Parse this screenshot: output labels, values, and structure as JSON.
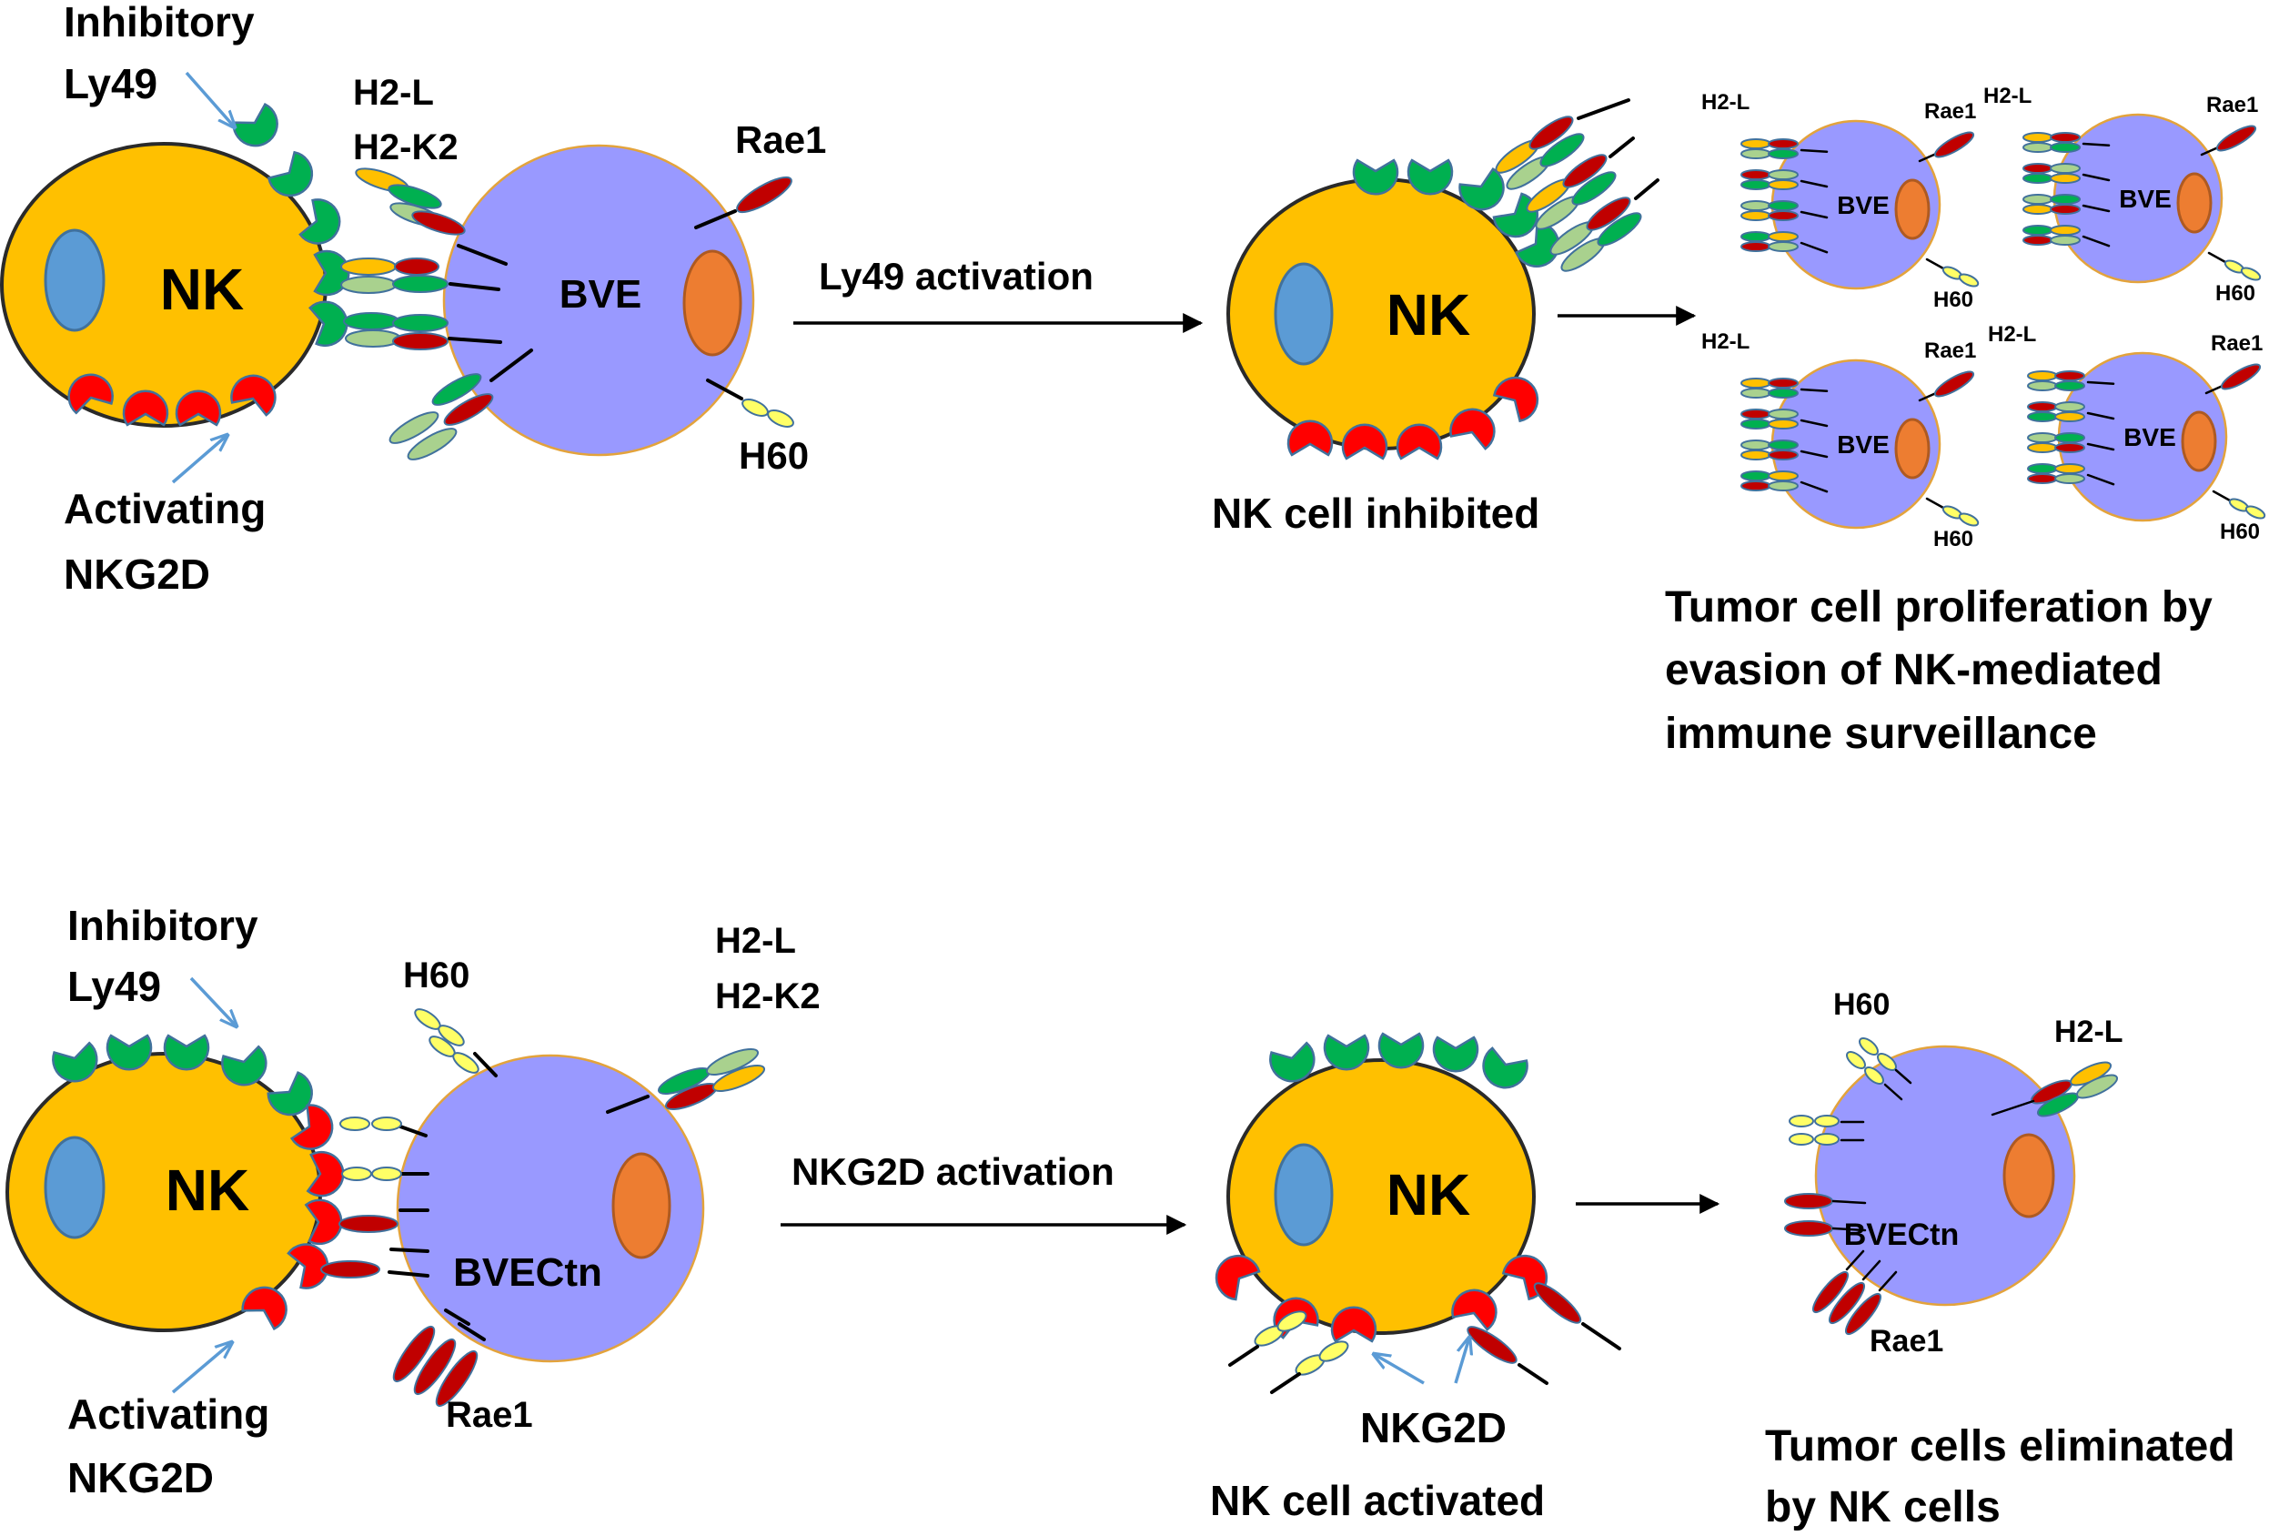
{
  "panel_top": {
    "inhibitory_label": [
      "Inhibitory",
      "Ly49"
    ],
    "activating_label": [
      "Activating",
      "NKG2D"
    ],
    "nk_label": "NK",
    "tumor_label": "BVE",
    "mhc_label": [
      "H2-L",
      "H2-K2"
    ],
    "rae1_label": "Rae1",
    "h60_label": "H60",
    "arrow_label": "Ly49 activation",
    "result_nk_label": "NK",
    "result_label": "NK cell inhibited",
    "cluster_h2l_label": "H2-L",
    "cluster_rae1_label": "Rae1",
    "cluster_h60_label": "H60",
    "cluster_bve_label": "BVE",
    "outcome_label": [
      "Tumor cell proliferation by",
      "evasion of NK-mediated",
      "immune surveillance"
    ]
  },
  "panel_bottom": {
    "inhibitory_label": [
      "Inhibitory",
      "Ly49"
    ],
    "activating_label": [
      "Activating",
      "NKG2D"
    ],
    "nk_label": "NK",
    "tumor_label": "BVECtn",
    "h60_label": "H60",
    "mhc_label": [
      "H2-L",
      "H2-K2"
    ],
    "rae1_label": "Rae1",
    "arrow_label": "NKG2D activation",
    "result_nk_label": "NK",
    "nkg2d_label": "NKG2D",
    "result_label": "NK cell activated",
    "small_h60_label": "H60",
    "small_h2l_label": "H2-L",
    "small_tumor_label": "BVECtn",
    "small_rae1_label": "Rae1",
    "outcome_label": [
      "Tumor cells eliminated",
      "by NK cells"
    ]
  },
  "colors": {
    "nk_cell": "#FFC000",
    "nk_nucleus": "#5B9BD5",
    "tumor_cell": "#9999FF",
    "tumor_nucleus": "#ED7D31",
    "inhibitory_receptor": "#00B050",
    "activating_receptor": "#FF0000",
    "ligand_dark_red": "#C00000",
    "ligand_light_green": "#A9D18E",
    "ligand_yellow": "#FFFF66",
    "pointer_arrow": "#5B9BD5"
  }
}
